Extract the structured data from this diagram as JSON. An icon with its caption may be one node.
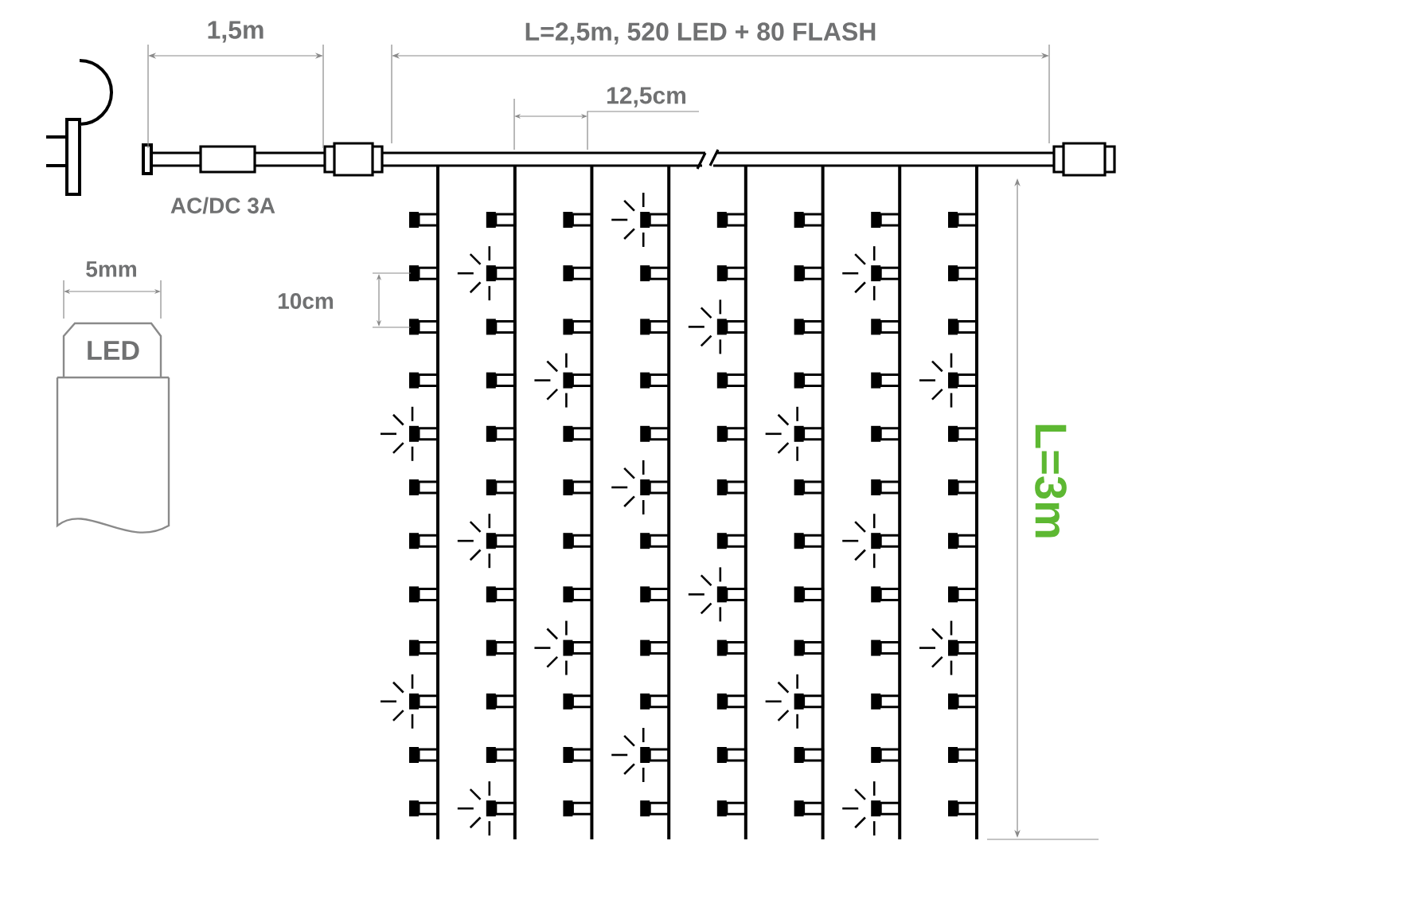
{
  "diagram": {
    "labels": [
      "1,5m",
      "L=2,5m, 520 LED + 80 FLASH",
      "12,5cm",
      "AC/DC 3A",
      "5mm",
      "10cm",
      "LED",
      "L=3m"
    ]
  }
}
